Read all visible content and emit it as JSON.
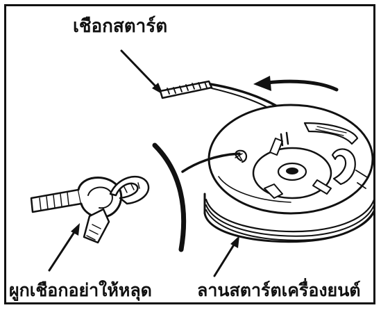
{
  "labels": {
    "starter_rope": "เชือกสตาร์ต",
    "knot_warning": "ผูกเชือกอย่าให้หลุด",
    "starter_pulley": "ลานสตาร์ตเครื่องยนต์"
  },
  "colors": {
    "ink": "#111111",
    "paper": "#ffffff"
  }
}
